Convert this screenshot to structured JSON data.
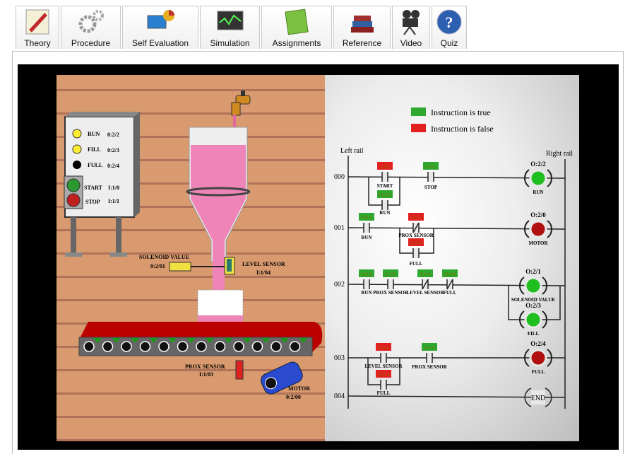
{
  "tabs": [
    {
      "label": "Theory",
      "icon": "pencil-icon"
    },
    {
      "label": "Procedure",
      "icon": "gears-icon"
    },
    {
      "label": "Self Evaluation",
      "icon": "monitor-chart-icon"
    },
    {
      "label": "Simulation",
      "icon": "oscilloscope-icon"
    },
    {
      "label": "Assignments",
      "icon": "notebook-icon"
    },
    {
      "label": "Reference",
      "icon": "books-icon"
    },
    {
      "label": "Video",
      "icon": "camera-icon"
    },
    {
      "label": "Quiz",
      "icon": "question-icon"
    }
  ],
  "colors": {
    "true": "#2ea82e",
    "false": "#e22020",
    "coil_on": "#1fbf1f",
    "coil_off": "#b01010"
  },
  "plant": {
    "panel": [
      {
        "label": "RUN",
        "addr": "0:2/2"
      },
      {
        "label": "FILL",
        "addr": "0:2/3"
      },
      {
        "label": "FULL",
        "addr": "0:2/4"
      },
      {
        "label": "START",
        "addr": "I:1/0"
      },
      {
        "label": "STOP",
        "addr": "I:1/1"
      }
    ],
    "solenoid": {
      "label": "SOLENOID VALUE",
      "addr": "0:2/01"
    },
    "level": {
      "label": "LEVEL SENSOR",
      "addr": "I:1/04"
    },
    "prox": {
      "label": "PROX SENSOR",
      "addr": "I:1/03"
    },
    "motor": {
      "label": "MOTOR",
      "addr": "0:2/00"
    }
  },
  "ladder": {
    "legend_true": "Instruction is true",
    "legend_false": "Instruction is false",
    "left_rail": "Left rail",
    "right_rail": "Right rail",
    "rungs": [
      "000",
      "001",
      "002",
      "003",
      "004"
    ],
    "r0": {
      "start_tag": "I:1/0",
      "start": "START",
      "run_tag": "O:2/2",
      "run": "RUN",
      "stop_tag": "I:1/1",
      "stop": "STOP",
      "coil_addr": "O:2/2",
      "coil": "RUN"
    },
    "r1": {
      "run_tag": "O:2/2",
      "run": "RUN",
      "prox_tag": "I:1/3",
      "prox": "PROX SENSOR",
      "full_tag": "O:2/4",
      "full": "FULL",
      "coil_addr": "O:2/0",
      "coil": "MOTOR"
    },
    "r2": {
      "run_tag": "O:2/2",
      "run": "RUN",
      "prox_tag": "I:1/3",
      "prox": "PROX SENSOR",
      "level_tag": "I:1/4",
      "level": "LEVEL SENSOR",
      "full_tag": "O:2/4",
      "full": "FULL",
      "coil1_addr": "O:2/1",
      "coil1": "SOLENOID VALUE",
      "coil2_addr": "O:2/3",
      "coil2": "FILL"
    },
    "r3": {
      "level_tag": "I:1/4",
      "level": "LEVEL SENSOR",
      "full_tag": "O:2/4",
      "full": "FULL",
      "prox_tag": "I:1/3",
      "prox": "PROX SENSOR",
      "coil_addr": "O:2/4",
      "coil": "FULL"
    },
    "end": "END"
  }
}
